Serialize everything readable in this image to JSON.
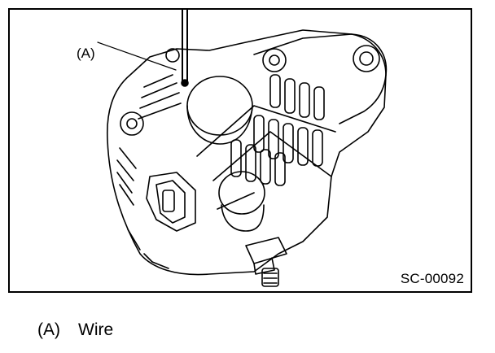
{
  "figure": {
    "callout_label": "(A)",
    "figure_code": "SC-00092",
    "drawing_icon": "alternator-line-drawing"
  },
  "legend": {
    "items": [
      {
        "key": "(A)",
        "text": "Wire"
      }
    ]
  },
  "colors": {
    "ink": "#000000",
    "paper": "#ffffff"
  }
}
